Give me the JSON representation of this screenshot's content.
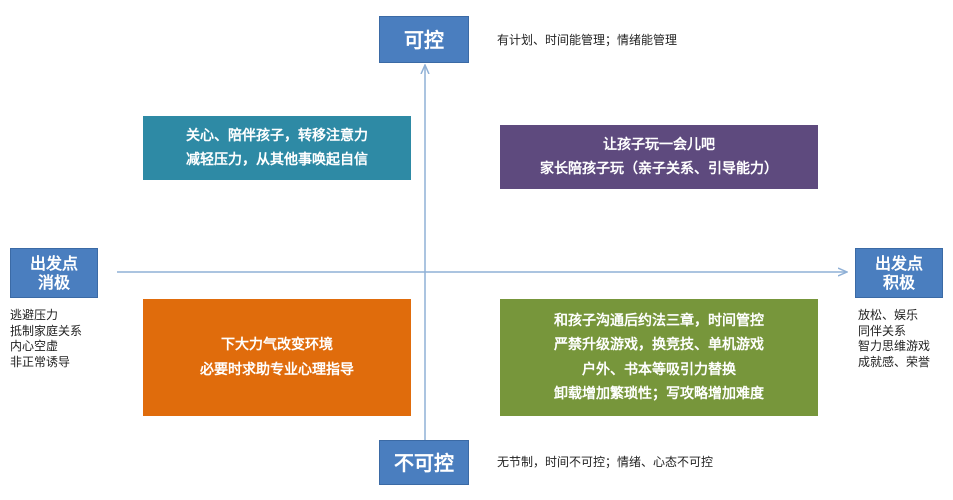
{
  "axes": {
    "top": {
      "label": "可控",
      "note": "有计划、时间能管理；情绪能管理"
    },
    "bottom": {
      "label": "不可控",
      "note": "无节制，时间不可控；情绪、心态不可控"
    },
    "left": {
      "label_lines": [
        "出发点",
        "消极"
      ],
      "notes": [
        "逃避压力",
        "抵制家庭关系",
        "内心空虚",
        "非正常诱导"
      ]
    },
    "right": {
      "label_lines": [
        "出发点",
        "积极"
      ],
      "notes": [
        "放松、娱乐",
        "同伴关系",
        "智力思维游戏",
        "成就感、荣誉"
      ]
    }
  },
  "quadrants": {
    "top_left": {
      "color": "#2e8aa5",
      "lines": [
        "关心、陪伴孩子，转移注意力",
        "减轻压力，从其他事唤起自信"
      ]
    },
    "top_right": {
      "color": "#5e4a7e",
      "lines": [
        "让孩子玩一会儿吧",
        "家长陪孩子玩（亲子关系、引导能力）"
      ]
    },
    "bottom_left": {
      "color": "#e06c0c",
      "lines": [
        "下大力气改变环境",
        "必要时求助专业心理指导"
      ]
    },
    "bottom_right": {
      "color": "#77963b",
      "lines": [
        "和孩子沟通后约法三章，时间管控",
        "严禁升级游戏，换竞技、单机游戏",
        "户外、书本等吸引力替换",
        "卸载增加繁琐性；写攻略增加难度"
      ]
    }
  },
  "colors": {
    "axis_label_bg": "#4a7ebf",
    "axis_line": "#8fb0d6"
  }
}
